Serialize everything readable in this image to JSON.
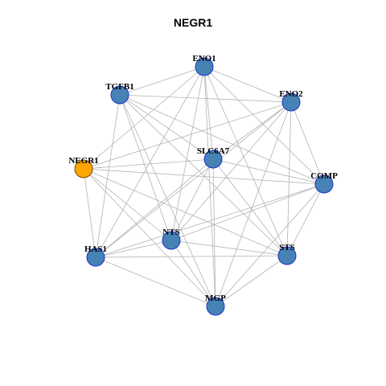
{
  "title": "NEGR1",
  "colors": {
    "node_default": "#4682B4",
    "node_stroke_default": "#1a34d0",
    "node_highlight": "#FFA500",
    "node_stroke_highlight": "#7a4a00",
    "edge": "#b3b3b3"
  },
  "nodes": [
    {
      "id": "ENO1",
      "label": "ENO1",
      "highlight": false
    },
    {
      "id": "TGFB1",
      "label": "TGFB1",
      "highlight": false
    },
    {
      "id": "ENO2",
      "label": "ENO2",
      "highlight": false
    },
    {
      "id": "SLC6A7",
      "label": "SLC6A7",
      "highlight": false
    },
    {
      "id": "NEGR1",
      "label": "NEGR1",
      "highlight": true
    },
    {
      "id": "COMP",
      "label": "COMP",
      "highlight": false
    },
    {
      "id": "NTS",
      "label": "NTS",
      "highlight": false
    },
    {
      "id": "HAS1",
      "label": "HAS1",
      "highlight": false
    },
    {
      "id": "STS",
      "label": "STS",
      "highlight": false
    },
    {
      "id": "MGP",
      "label": "MGP",
      "highlight": false
    }
  ],
  "edges": [
    [
      "ENO1",
      "TGFB1"
    ],
    [
      "ENO1",
      "ENO2"
    ],
    [
      "ENO1",
      "NEGR1"
    ],
    [
      "ENO1",
      "HAS1"
    ],
    [
      "ENO1",
      "NTS"
    ],
    [
      "ENO1",
      "MGP"
    ],
    [
      "ENO1",
      "STS"
    ],
    [
      "ENO1",
      "COMP"
    ],
    [
      "ENO1",
      "SLC6A7"
    ],
    [
      "TGFB1",
      "ENO2"
    ],
    [
      "TGFB1",
      "COMP"
    ],
    [
      "TGFB1",
      "HAS1"
    ],
    [
      "TGFB1",
      "NTS"
    ],
    [
      "TGFB1",
      "MGP"
    ],
    [
      "TGFB1",
      "STS"
    ],
    [
      "TGFB1",
      "SLC6A7"
    ],
    [
      "ENO2",
      "SLC6A7"
    ],
    [
      "ENO2",
      "NEGR1"
    ],
    [
      "ENO2",
      "COMP"
    ],
    [
      "ENO2",
      "NTS"
    ],
    [
      "ENO2",
      "HAS1"
    ],
    [
      "ENO2",
      "STS"
    ],
    [
      "ENO2",
      "MGP"
    ],
    [
      "SLC6A7",
      "NEGR1"
    ],
    [
      "SLC6A7",
      "COMP"
    ],
    [
      "SLC6A7",
      "NTS"
    ],
    [
      "SLC6A7",
      "HAS1"
    ],
    [
      "SLC6A7",
      "STS"
    ],
    [
      "SLC6A7",
      "MGP"
    ],
    [
      "NEGR1",
      "COMP"
    ],
    [
      "NEGR1",
      "HAS1"
    ],
    [
      "NEGR1",
      "NTS"
    ],
    [
      "NEGR1",
      "STS"
    ],
    [
      "NEGR1",
      "MGP"
    ],
    [
      "COMP",
      "HAS1"
    ],
    [
      "COMP",
      "NTS"
    ],
    [
      "COMP",
      "STS"
    ],
    [
      "COMP",
      "MGP"
    ],
    [
      "NTS",
      "HAS1"
    ],
    [
      "NTS",
      "STS"
    ],
    [
      "NTS",
      "MGP"
    ],
    [
      "HAS1",
      "STS"
    ],
    [
      "HAS1",
      "MGP"
    ],
    [
      "STS",
      "MGP"
    ]
  ]
}
